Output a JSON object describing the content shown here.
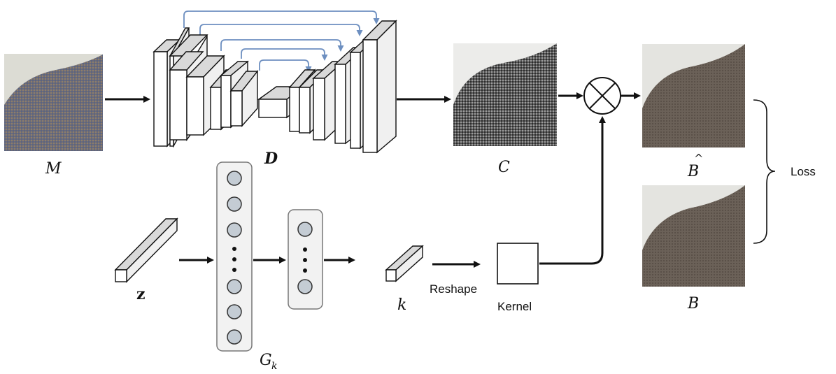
{
  "labels": {
    "input_image": "M",
    "network": "D",
    "clean_image": "C",
    "predicted_blur": "B",
    "blurred_image": "B",
    "latent": "z",
    "generator": "G",
    "generator_sub": "k",
    "kernel_vector": "k",
    "reshape": "Reshape",
    "kernel": "Kernel",
    "loss": "Loss"
  },
  "icons": {
    "multiply": "circled-times-icon"
  },
  "colors": {
    "skip_connection": "#6d8fc0",
    "node_fill": "#c4ccd4",
    "panel_fill": "#f2f2f2"
  }
}
